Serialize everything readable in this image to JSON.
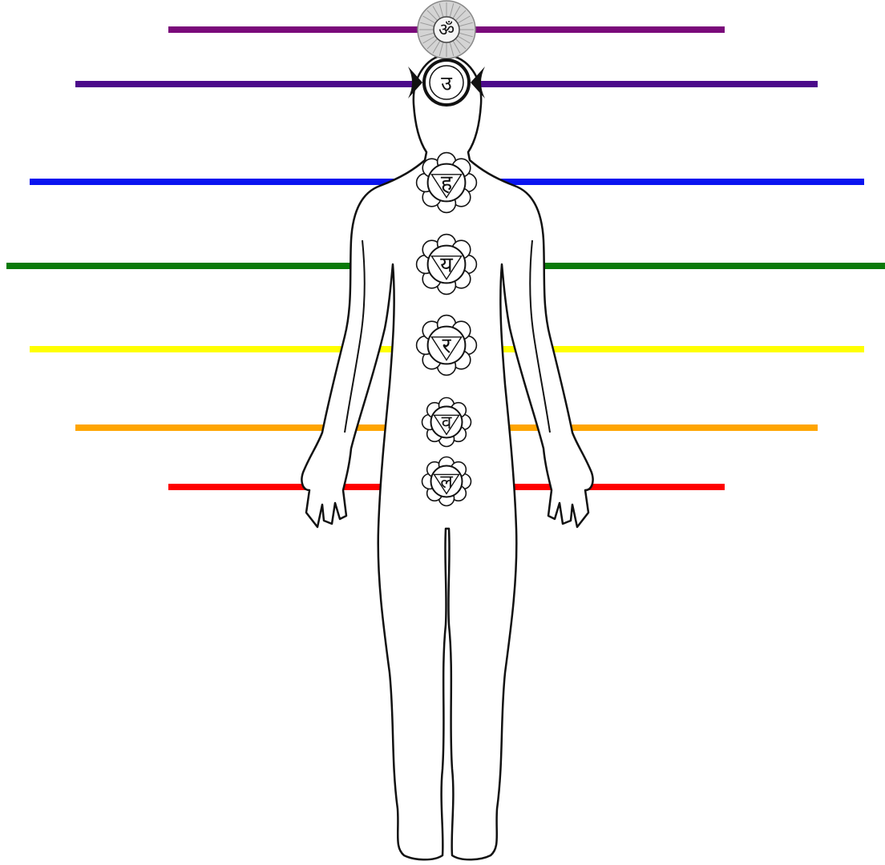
{
  "chakras": [
    {
      "id": "crown",
      "symbol": "ॐ",
      "color": "#7a0a7a",
      "style": "lotus-gray"
    },
    {
      "id": "third-eye",
      "symbol": "उ",
      "color": "#4b0a8a",
      "style": "winged"
    },
    {
      "id": "throat",
      "symbol": "ह",
      "color": "#0a14f0",
      "style": "lotus"
    },
    {
      "id": "heart",
      "symbol": "य",
      "color": "#0a7a0a",
      "style": "lotus"
    },
    {
      "id": "solar-plexus",
      "symbol": "र",
      "color": "#ffff00",
      "style": "lotus"
    },
    {
      "id": "sacral",
      "symbol": "व",
      "color": "#ffa500",
      "style": "lotus"
    },
    {
      "id": "root",
      "symbol": "ल",
      "color": "#ff0000",
      "style": "lotus"
    }
  ]
}
